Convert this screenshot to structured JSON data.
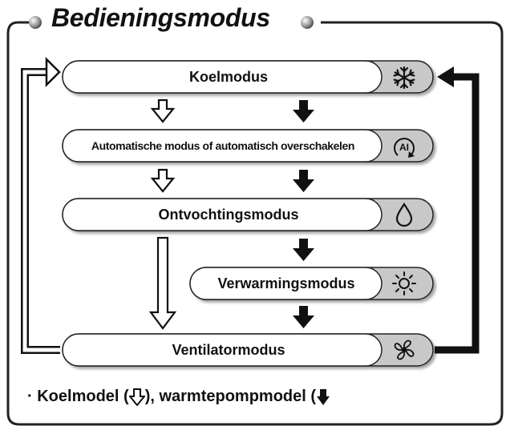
{
  "title": "Bedieningsmodus",
  "modes": [
    {
      "label": "Koelmodus",
      "icon": "snowflake-icon"
    },
    {
      "label": "Automatische modus of automatisch overschakelen",
      "icon": "auto-ai-icon"
    },
    {
      "label": "Ontvochtingsmodus",
      "icon": "droplet-icon"
    },
    {
      "label": "Verwarmingsmodus",
      "icon": "sun-icon"
    },
    {
      "label": "Ventilatormodus",
      "icon": "fan-icon"
    }
  ],
  "legend": {
    "bullet": "·",
    "cool_text": "Koelmodel (",
    "mid_text": "), warmtepompmodel (",
    "cool_icon": "outline-arrow-down-icon",
    "heatpump_icon": "solid-arrow-down-icon"
  },
  "colors": {
    "frame": "#222222",
    "pill_fill": "#ffffff",
    "icon_cap": "#c8c8c8",
    "arrow": "#111111"
  }
}
